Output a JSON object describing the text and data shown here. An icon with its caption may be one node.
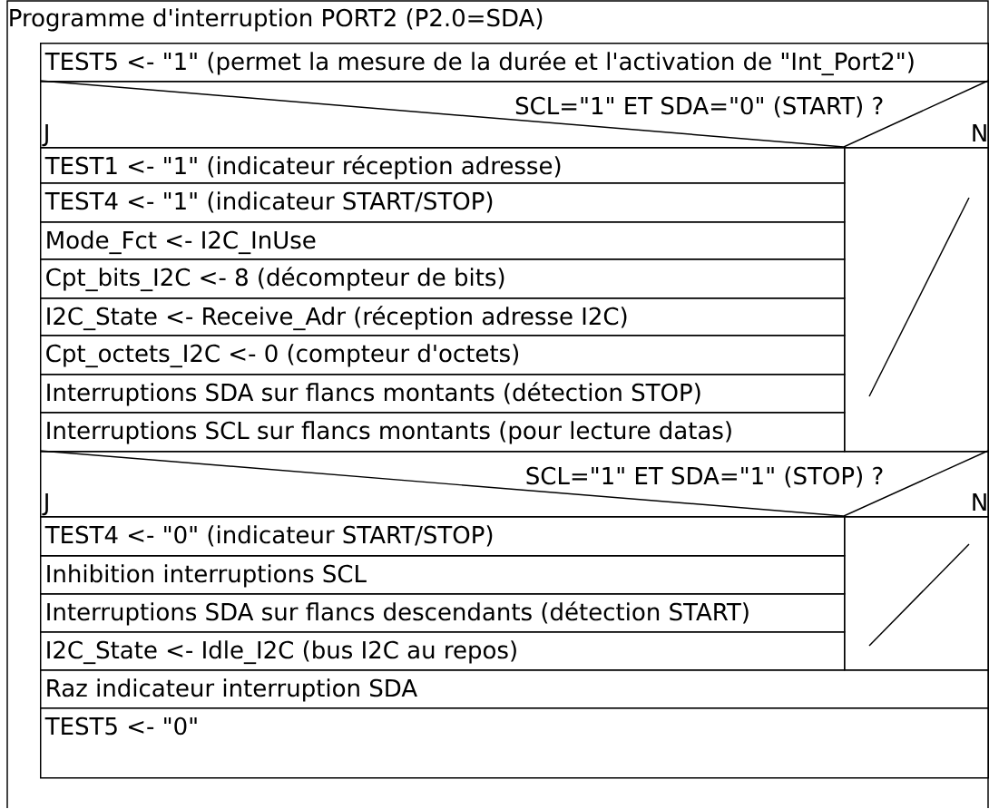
{
  "diagram": {
    "nodes": [
      {
        "text": [
          "Programme d'interruption PORT2 (P2.0=SDA)"
        ]
      },
      {
        "text": [
          "TEST5 <- \"1\" (permet la mesure de la durée et l'activation de \"Int_Port2\")"
        ],
        "in": 0
      },
      {
        "text": [
          "SCL=\"1\" ET SDA=\"0\" (START) ?",
          "J",
          "N"
        ],
        "in": 0
      },
      {
        "text": [
          "TEST1 <- \"1\" (indicateur réception adresse)"
        ],
        "in": 0
      },
      {
        "text": [
          "TEST4 <- \"1\" (indicateur START/STOP)"
        ],
        "in": 0
      },
      {
        "text": [
          "Mode_Fct <- I2C_InUse"
        ],
        "in": 0
      },
      {
        "text": [
          "Cpt_bits_I2C <- 8 (décompteur de bits)"
        ],
        "in": 0
      },
      {
        "text": [
          "I2C_State <- Receive_Adr (réception adresse I2C)"
        ],
        "in": 0
      },
      {
        "text": [
          "Cpt_octets_I2C <- 0 (compteur d'octets)"
        ],
        "in": 0
      },
      {
        "text": [
          "Interruptions SDA sur flancs montants (détection STOP)"
        ],
        "in": 0
      },
      {
        "text": [
          "Interruptions SCL sur flancs montants (pour lecture datas)"
        ],
        "in": 0
      },
      {
        "text": [],
        "shape": "box",
        "in": 0
      },
      {
        "text": [
          "SCL=\"1\" ET SDA=\"1\" (STOP) ?",
          "J",
          "N"
        ],
        "in": 0
      },
      {
        "text": [
          "TEST4 <- \"0\" (indicateur START/STOP)"
        ],
        "in": 0
      },
      {
        "text": [
          "Inhibition interruptions SCL"
        ],
        "in": 0
      },
      {
        "text": [
          "Interruptions SDA sur flancs descendants (détection START)"
        ],
        "in": 0
      },
      {
        "text": [
          "I2C_State <- Idle_I2C (bus I2C au repos)"
        ],
        "in": 0
      },
      {
        "text": [],
        "shape": "box",
        "in": 0
      },
      {
        "text": [
          "Raz indicateur interruption SDA"
        ],
        "in": 0
      },
      {
        "text": [
          "TEST5 <- \"0\""
        ],
        "in": 0
      }
    ]
  }
}
